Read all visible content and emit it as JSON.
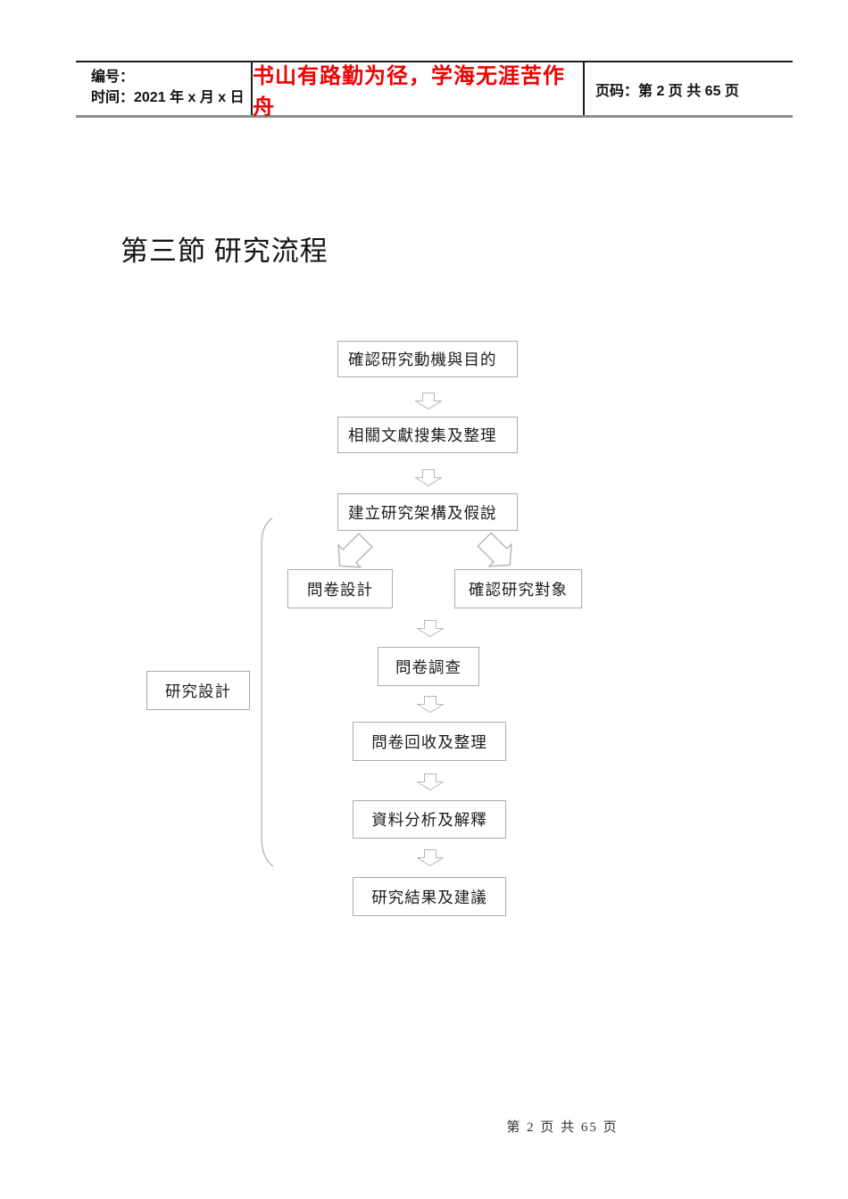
{
  "header": {
    "number_label": "编号：",
    "time_label": "时间：2021 年 x 月 x 日",
    "slogan": "书山有路勤为径，学海无涯苦作舟",
    "page_info": "页码：第 2 页  共 65 页"
  },
  "title": "第三節 研究流程",
  "flowchart": {
    "side_label": "研究設計",
    "steps": [
      {
        "label": "確認研究動機與目的"
      },
      {
        "label": "相關文獻搜集及整理"
      },
      {
        "label": "建立研究架構及假說"
      },
      {
        "label": "問卷設計"
      },
      {
        "label": "確認研究對象"
      },
      {
        "label": "問卷調查"
      },
      {
        "label": "問卷回收及整理"
      },
      {
        "label": "資料分析及解釋"
      },
      {
        "label": "研究結果及建議"
      }
    ]
  },
  "footer": {
    "page_info": "第 2 页 共 65 页"
  },
  "colors": {
    "slogan_red": "#f00000",
    "box_border_gray": "#ababab",
    "arrow_gray": "#b5b5b5",
    "header_rule_gray": "#8c8c8c"
  }
}
